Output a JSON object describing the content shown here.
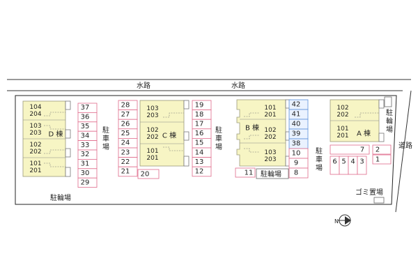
{
  "roads": {
    "water_left": "水路",
    "water_right": "水路",
    "road_right": "道路"
  },
  "labels": {
    "parking_chars": [
      "駐",
      "車",
      "場"
    ],
    "bicycle_parking": "駐輪場",
    "bicycle_parking_vertical": [
      "駐",
      "輪",
      "場"
    ],
    "garbage": "ゴミ置場",
    "compass_n": "N"
  },
  "buildings": {
    "D": {
      "name": "D 棟",
      "rooms": [
        [
          "104",
          "204"
        ],
        [
          "103",
          "203"
        ],
        [
          "102",
          "202"
        ],
        [
          "101",
          "201"
        ]
      ]
    },
    "C": {
      "name": "C 棟",
      "rooms": [
        [
          "103",
          "203"
        ],
        [
          "102",
          "202"
        ],
        [
          "101",
          "201"
        ]
      ]
    },
    "B": {
      "name": "B 棟",
      "rooms": [
        [
          "101",
          "201"
        ],
        [
          "102",
          "202"
        ],
        [
          "103",
          "203"
        ]
      ]
    },
    "A": {
      "name": "A 棟",
      "rooms": [
        [
          "102",
          "202"
        ],
        [
          "101",
          "201"
        ]
      ]
    }
  },
  "parking": {
    "col_37_29": [
      "37",
      "36",
      "35",
      "34",
      "33",
      "32",
      "31",
      "30",
      "29"
    ],
    "col_28_21": [
      "28",
      "27",
      "26",
      "25",
      "24",
      "23",
      "22",
      "21"
    ],
    "spot_20": "20",
    "col_19_12": [
      "19",
      "18",
      "17",
      "16",
      "15",
      "14",
      "13",
      "12"
    ],
    "spot_11": "11",
    "col_42_38": [
      "42",
      "41",
      "40",
      "39",
      "38"
    ],
    "col_10_8": [
      "10",
      "9",
      "8"
    ],
    "spot_7": "7",
    "spot_2": "2",
    "spot_1": "1",
    "row_6_3": [
      "6",
      "5",
      "4",
      "3"
    ]
  },
  "colors": {
    "building_fill": "#f7f5c4",
    "parking_outline": "#e06a8a",
    "parking_blue": "#5b8fd9"
  }
}
